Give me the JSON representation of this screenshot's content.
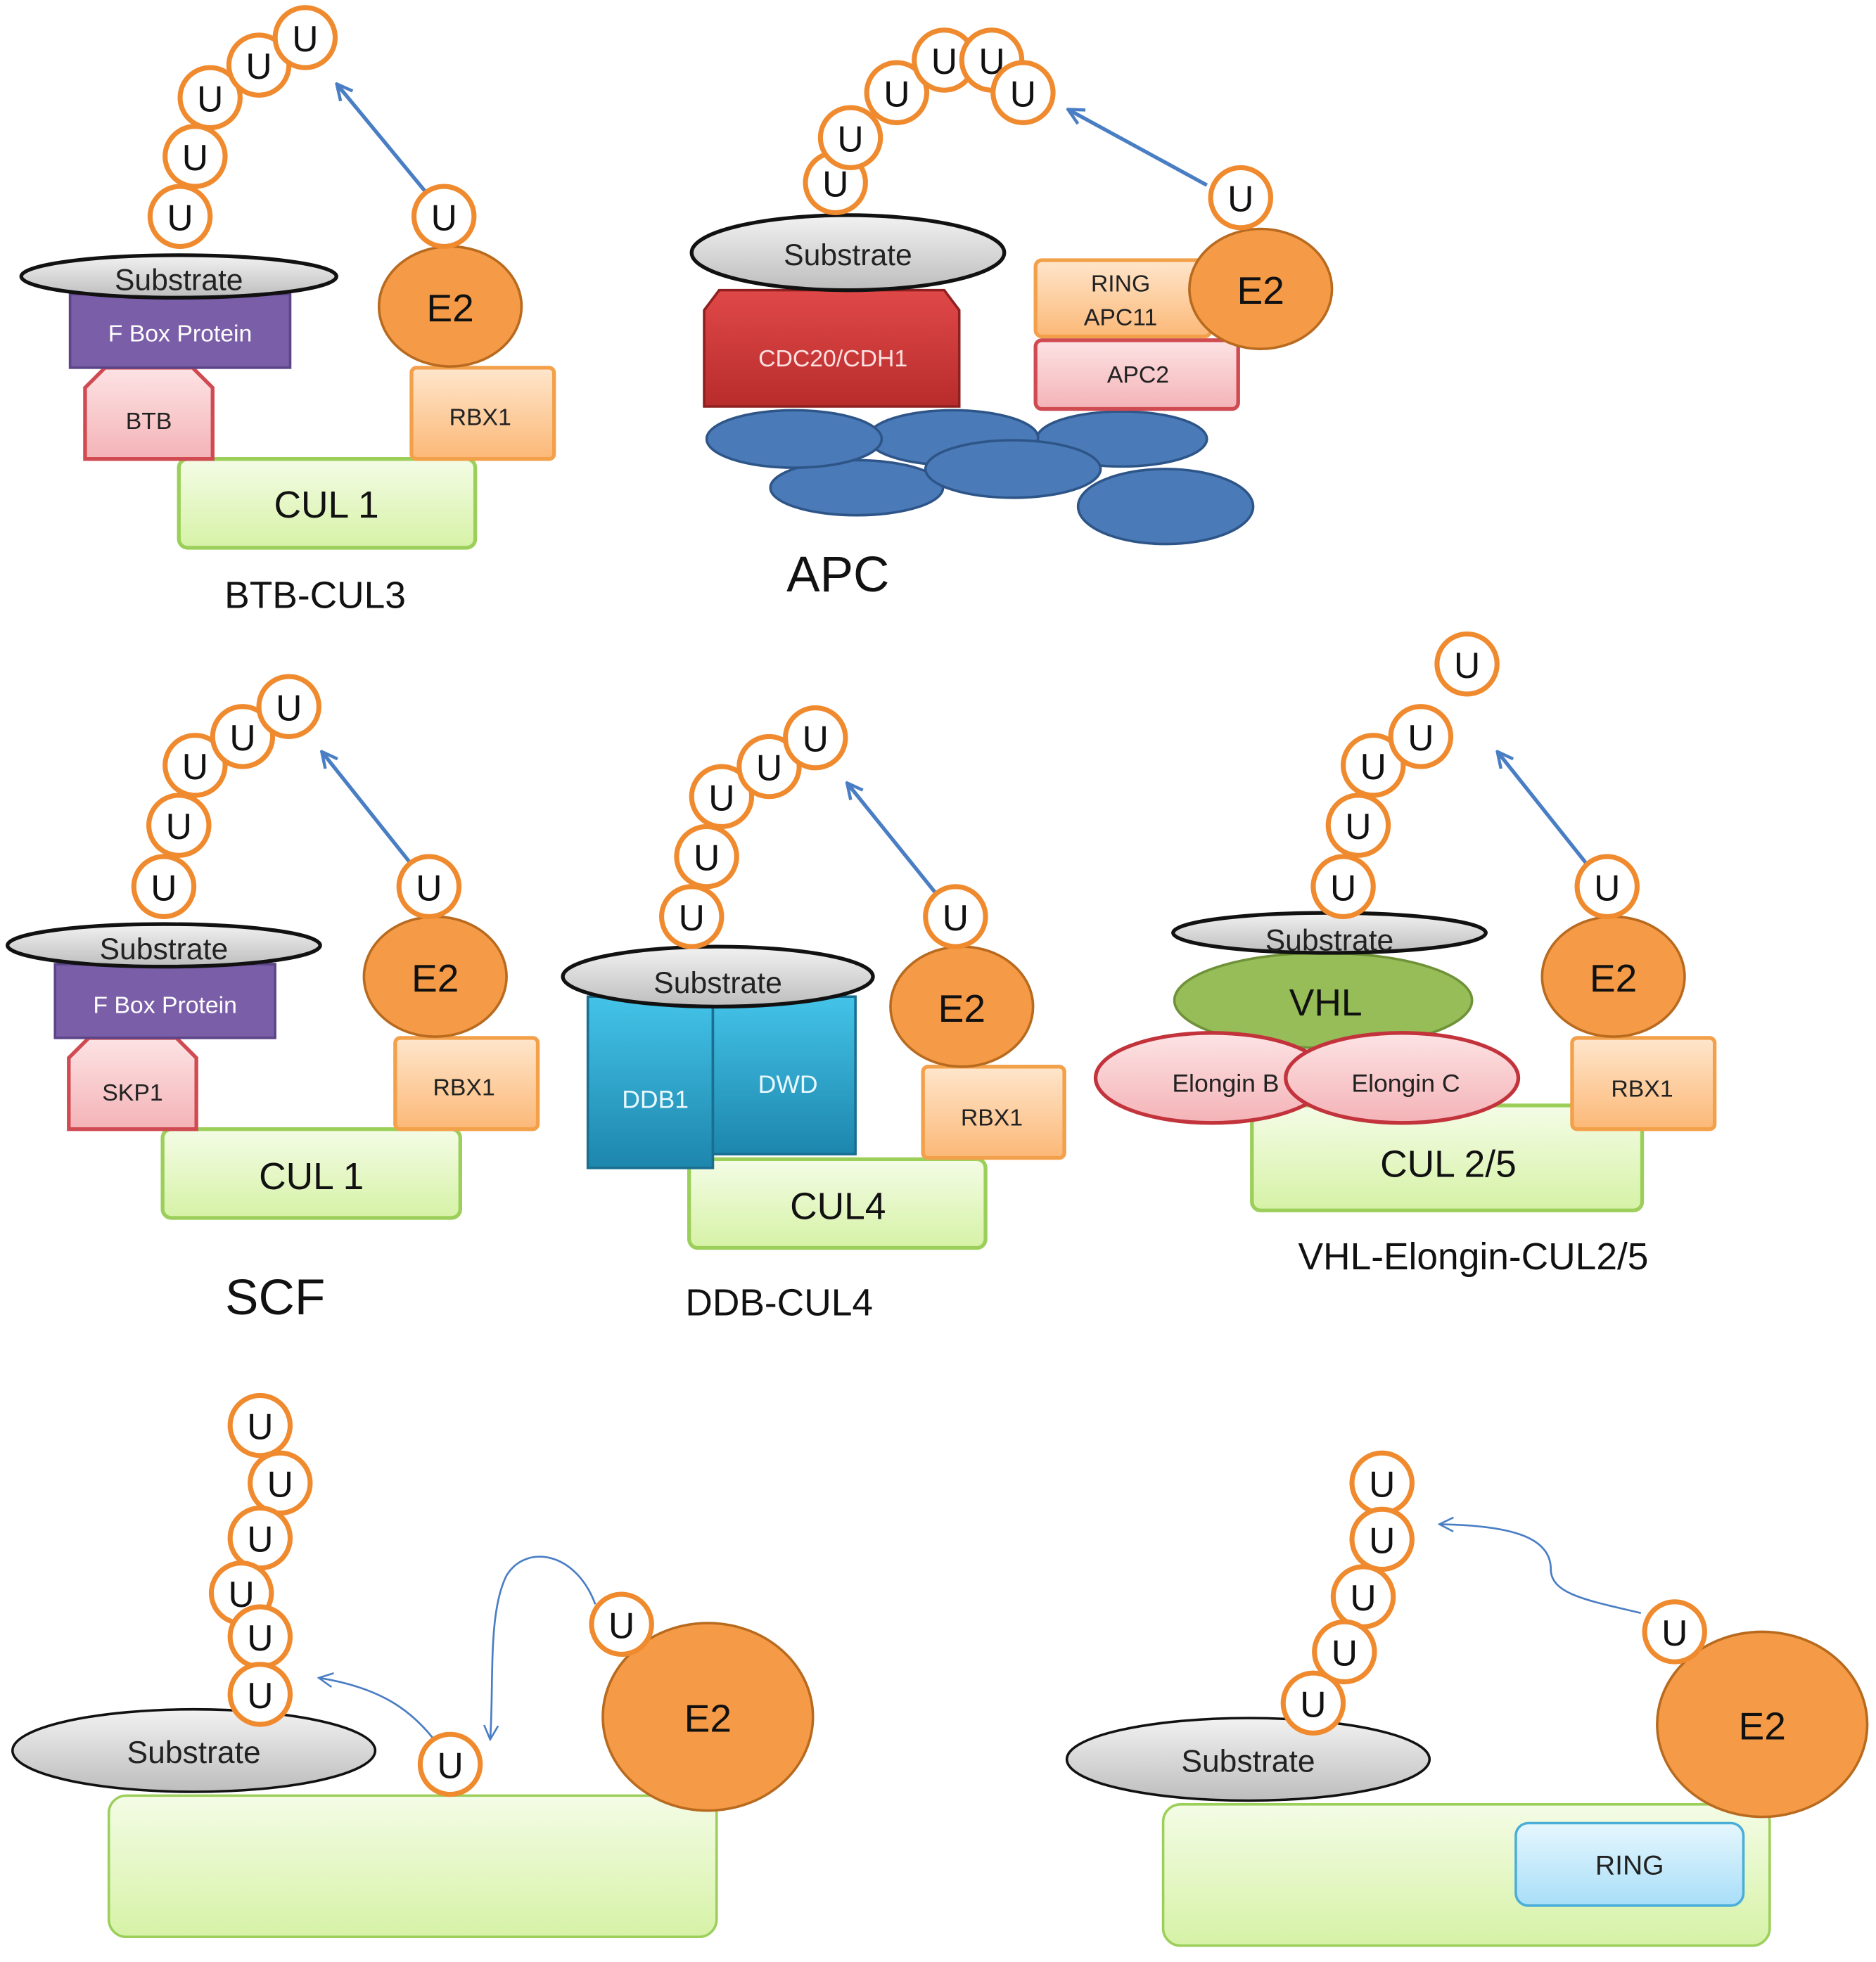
{
  "colors": {
    "ubiquitin_stroke": "#f08a2e",
    "e2_fill": "#f59a46",
    "arrow": "#4a7ec4",
    "cullin_fill": "#e6f7c8",
    "cullin_stroke": "#9ccf5a",
    "rbx_fill": "#fdd1a3",
    "rbx_stroke": "#f3a04a",
    "adaptor_fill": "#f8c9cc",
    "adaptor_stroke": "#d04a52",
    "fbox_fill": "#7a5ea8",
    "substrate_fill": "#d8d8d8",
    "apc_core_fill": "#4b7ab8",
    "cdc20_fill": "#cc3a3a",
    "ddb_fill": "#2a9fc8",
    "vhl_fill": "#96bd58",
    "ring_fill": "#c9ecfb"
  },
  "ub": "U",
  "scf_family": [
    {
      "caption": "BTB-CUL3",
      "substrate": "Substrate",
      "fbox": "F Box Protein",
      "adaptor": "BTB",
      "cullin": "CUL 1",
      "e2": "E2",
      "rbx": "RBX1"
    },
    {
      "caption": "SCF",
      "substrate": "Substrate",
      "fbox": "F Box Protein",
      "adaptor": "SKP1",
      "cullin": "CUL 1",
      "e2": "E2",
      "rbx": "RBX1"
    }
  ],
  "apc": {
    "caption": "APC",
    "substrate": "Substrate",
    "activator": "CDC20/CDH1",
    "ring_line1": "RING",
    "ring_line2": "APC11",
    "apc2": "APC2",
    "e2": "E2"
  },
  "ddb": {
    "caption": "DDB-CUL4",
    "substrate": "Substrate",
    "ddb1": "DDB1",
    "dwd": "DWD",
    "cullin": "CUL4",
    "e2": "E2",
    "rbx": "RBX1"
  },
  "vhl": {
    "caption": "VHL-Elongin-CUL2/5",
    "substrate": "Substrate",
    "vhl": "VHL",
    "elongin_b": "Elongin B",
    "elongin_c": "Elongin C",
    "cullin": "CUL 2/5",
    "e2": "E2",
    "rbx": "RBX1"
  },
  "hect": {
    "substrate": "Substrate",
    "e2": "E2"
  },
  "ring": {
    "substrate": "Substrate",
    "e2": "E2",
    "ring": "RING"
  }
}
